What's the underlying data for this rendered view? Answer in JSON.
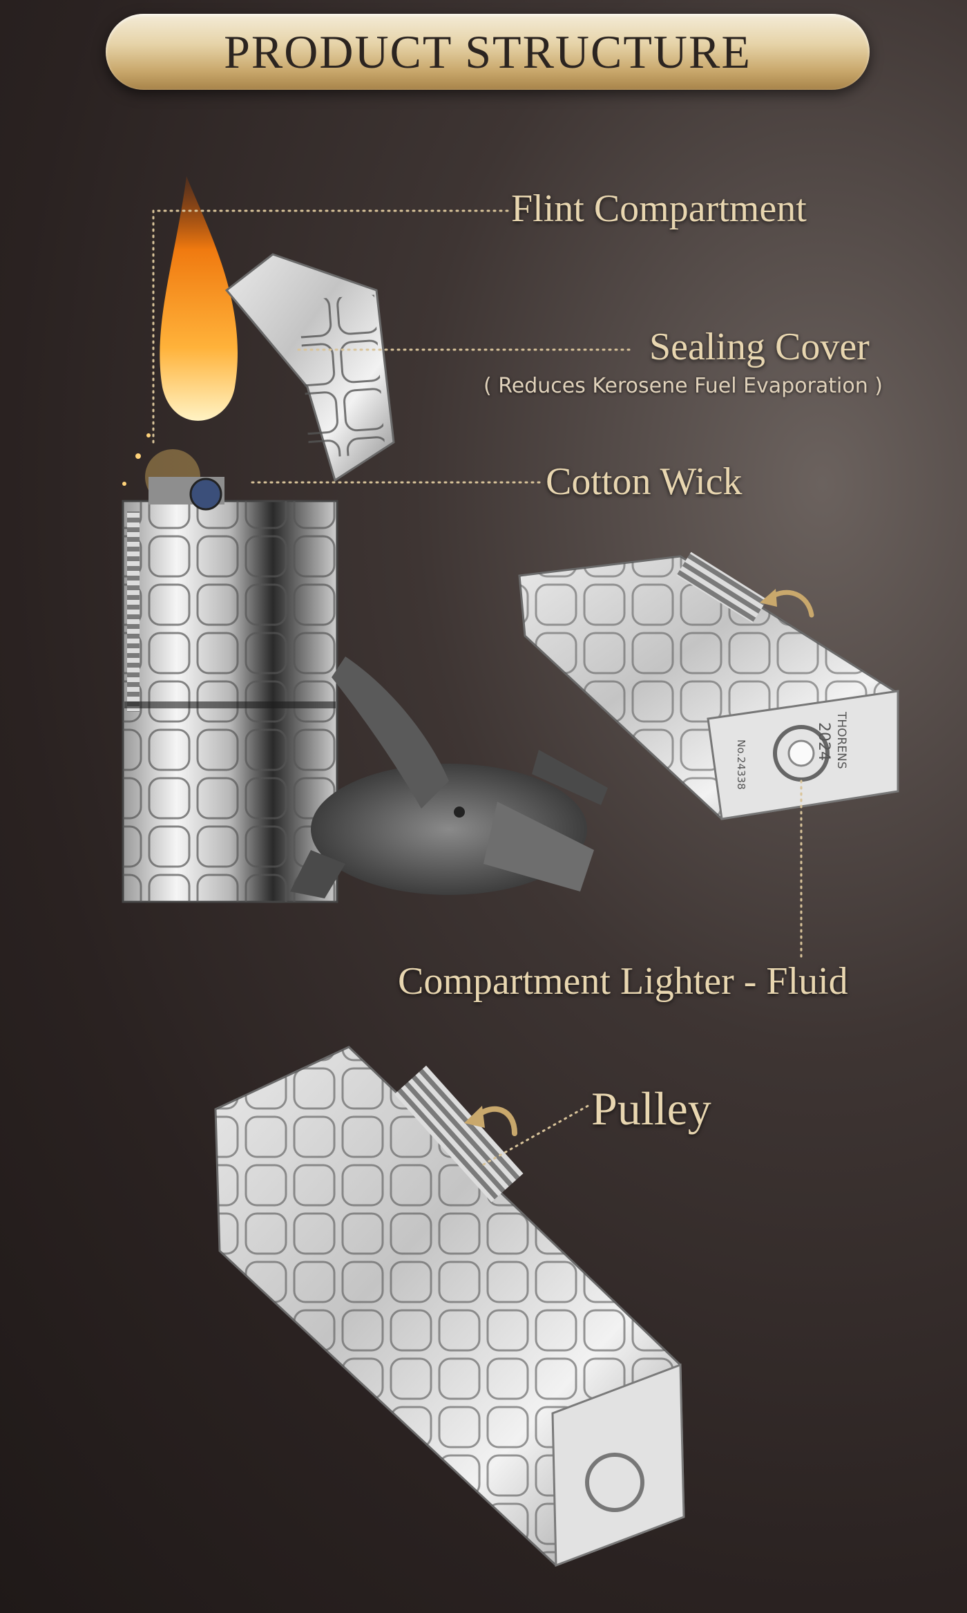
{
  "header": {
    "title": "PRODUCT STRUCTURE"
  },
  "callouts": {
    "flint": "Flint Compartment",
    "sealing": "Sealing Cover",
    "sealing_note": "( Reduces Kerosene Fuel Evaporation )",
    "wick": "Cotton Wick",
    "fluid": "Compartment Lighter - Fluid",
    "pulley": "Pulley"
  },
  "engraving": {
    "brand": "THORENS",
    "year": "2024",
    "serial": "No.24338"
  },
  "colors": {
    "accent_gold": "#c9a86c",
    "label_gold": "#e8d6b0",
    "background_dark": "#2a2221"
  }
}
